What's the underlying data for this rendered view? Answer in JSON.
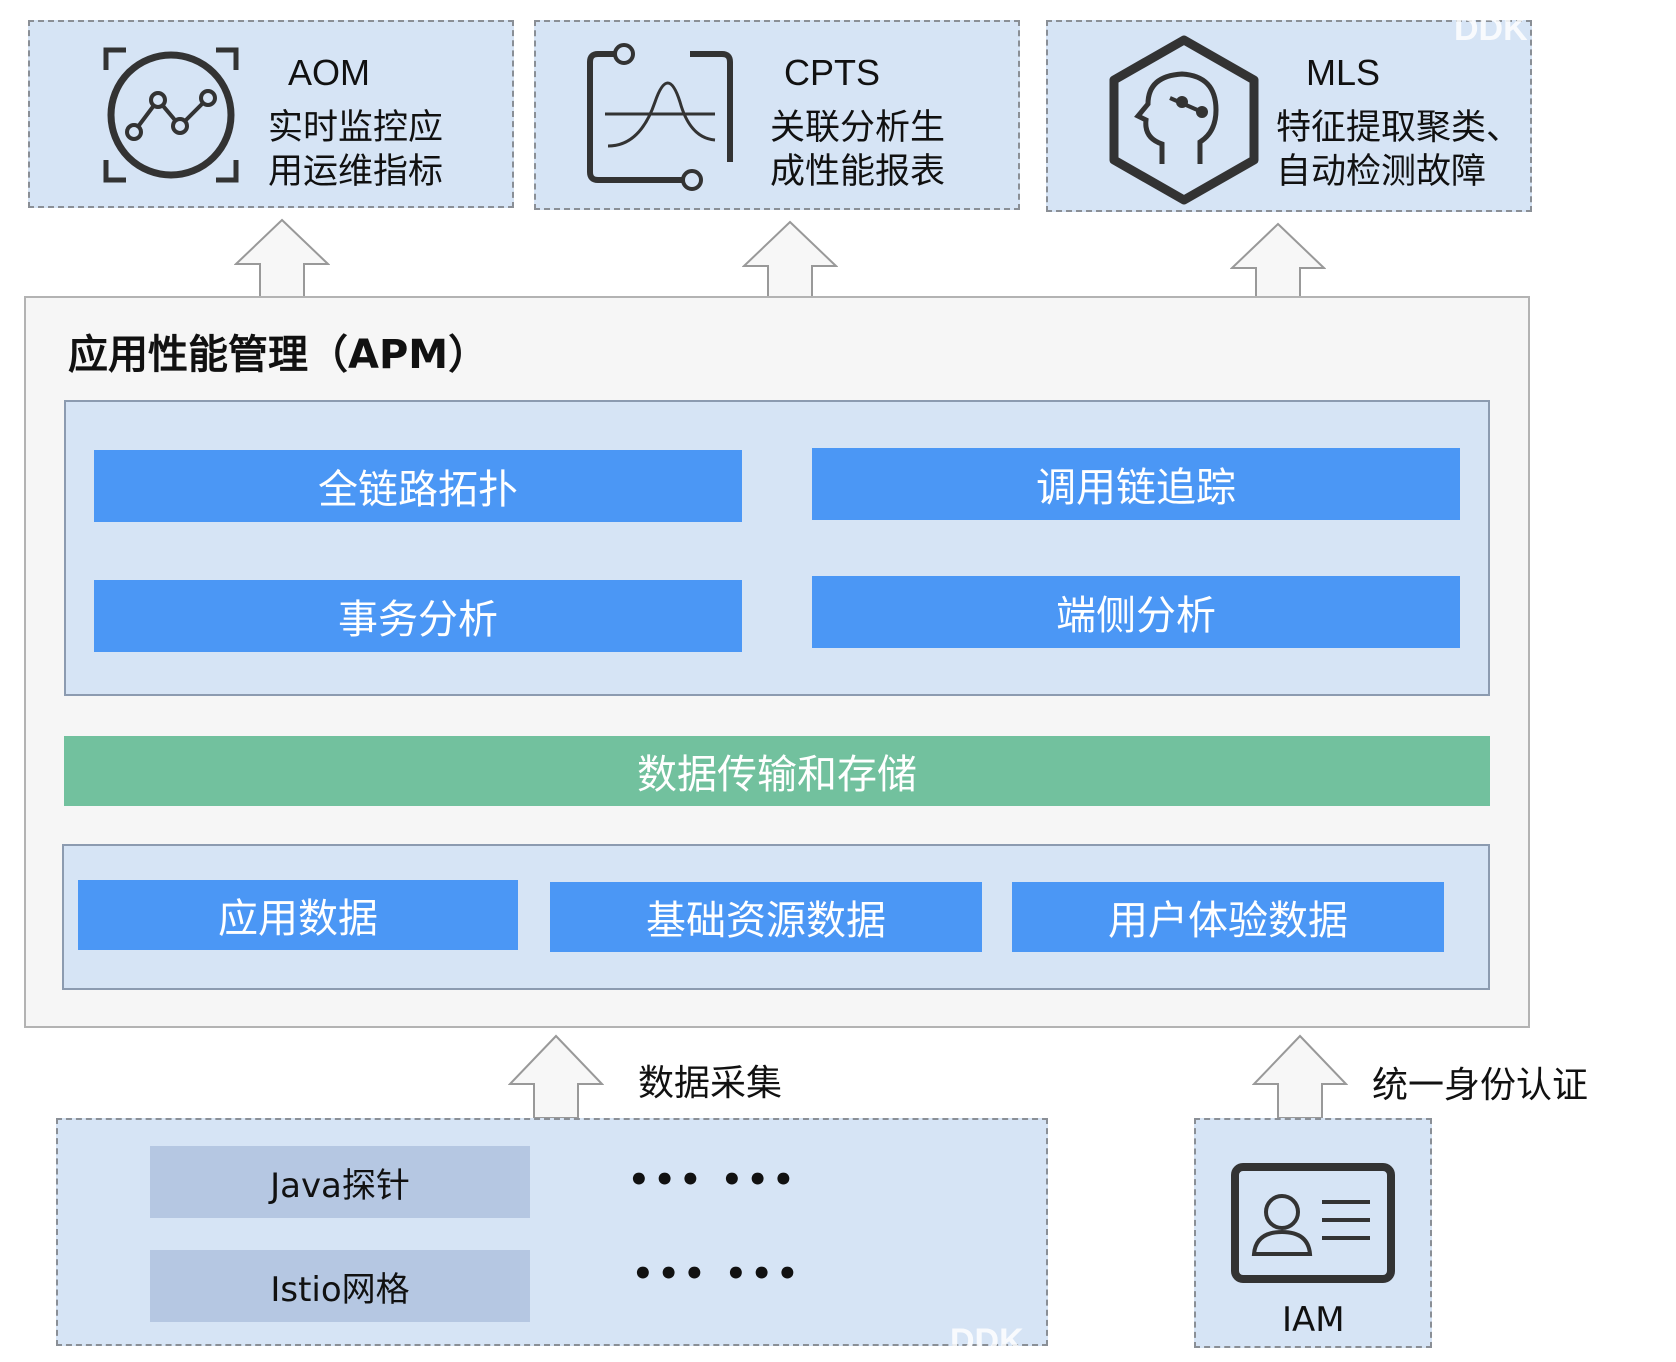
{
  "services": [
    {
      "name": "AOM",
      "desc1": "实时监控应",
      "desc2": "用运维指标",
      "icon": "monitor-chart-icon"
    },
    {
      "name": "CPTS",
      "desc1": "关联分析生",
      "desc2": "成性能报表",
      "icon": "performance-wave-icon"
    },
    {
      "name": "MLS",
      "desc1": "特征提取聚类、",
      "desc2": "自动检测故障",
      "icon": "ai-head-icon"
    }
  ],
  "apm": {
    "title": "应用性能管理（APM）",
    "features": [
      "全链路拓扑",
      "调用链追踪",
      "事务分析",
      "端侧分析"
    ],
    "transport": "数据传输和存储",
    "data_sources": [
      "应用数据",
      "基础资源数据",
      "用户体验数据"
    ]
  },
  "collection": {
    "label": "数据采集",
    "probes": [
      "Java探针",
      "Istio网格"
    ],
    "more": [
      "••• •••",
      "••• •••"
    ]
  },
  "iam": {
    "label": "统一身份认证",
    "name": "IAM",
    "icon": "id-card-icon"
  },
  "colors": {
    "service_bg": "#d6e4f5",
    "feature_blue": "#4b97f5",
    "transport_green": "#72c19e",
    "probe_bg": "#b5c7e2"
  }
}
